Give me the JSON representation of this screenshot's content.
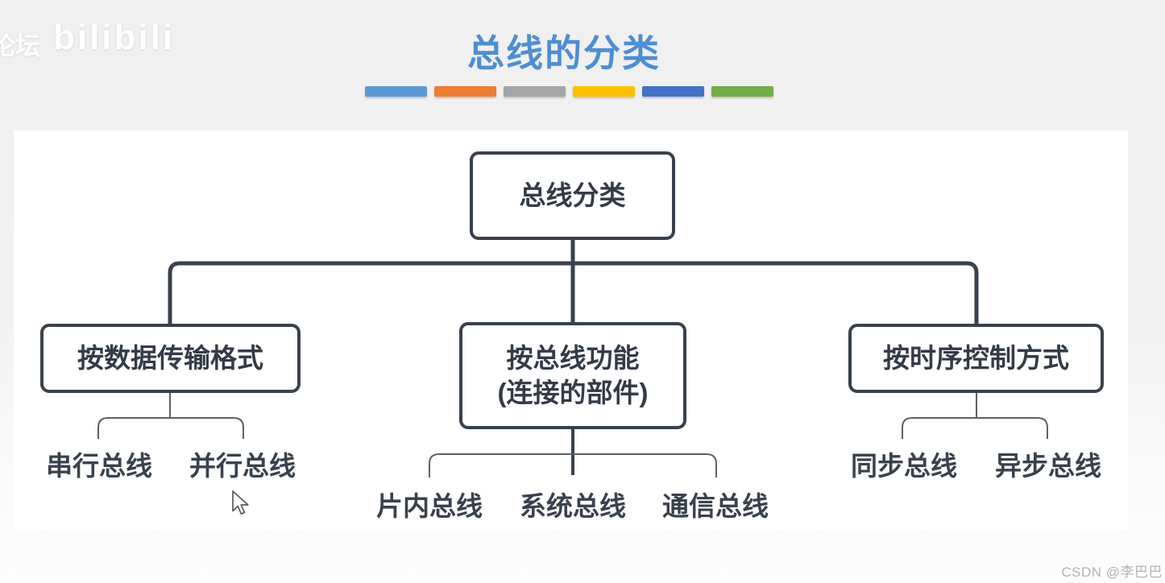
{
  "watermarks": {
    "forum_text": "论坛",
    "bilibili_logo": "bilibili",
    "csdn_credit": "CSDN @李巴巴"
  },
  "slide": {
    "title": "总线的分类",
    "title_color": "#4e8ed2",
    "accent_bars": [
      "#5b9bd5",
      "#ed7d31",
      "#a5a5a5",
      "#ffc000",
      "#4472c4",
      "#70ad47"
    ]
  },
  "diagram": {
    "root": {
      "label": "总线分类"
    },
    "branches": [
      {
        "label": "按数据传输格式",
        "children": [
          "串行总线",
          "并行总线"
        ]
      },
      {
        "label": "按总线功能",
        "label_line2": "(连接的部件)",
        "children": [
          "片内总线",
          "系统总线",
          "通信总线"
        ]
      },
      {
        "label": "按时序控制方式",
        "children": [
          "同步总线",
          "异步总线"
        ]
      }
    ]
  },
  "colors": {
    "node_border": "#39414c",
    "node_text": "#333b46",
    "connector_thick": "#39414c",
    "connector_thin": "#5b6169",
    "panel_bg": "#ffffff",
    "page_bg": "#f0f0f1"
  }
}
